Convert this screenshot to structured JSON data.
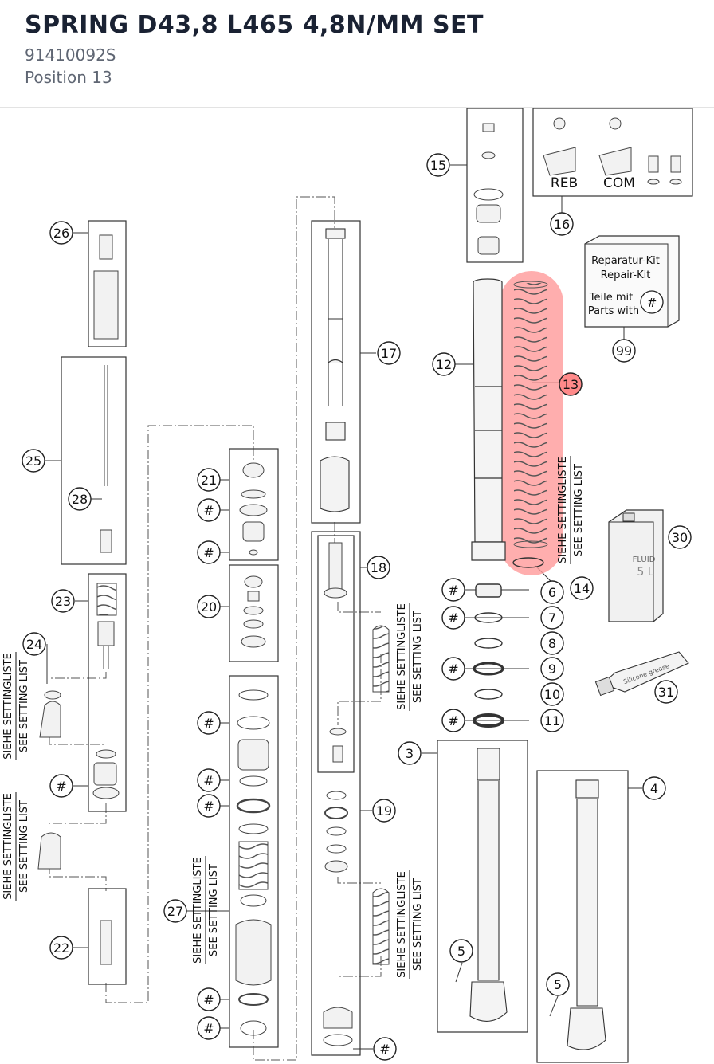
{
  "header": {
    "title": "SPRING D43,8 L465 4,8N/MM SET",
    "part_number": "91410092S",
    "position": "Position 13"
  },
  "diagram": {
    "highlight_color": "#ff8a8a",
    "highlighted_callout": "13",
    "callouts": [
      "3",
      "4",
      "5",
      "5",
      "6",
      "7",
      "8",
      "9",
      "10",
      "11",
      "12",
      "13",
      "14",
      "15",
      "16",
      "17",
      "18",
      "19",
      "20",
      "21",
      "22",
      "23",
      "24",
      "25",
      "26",
      "27",
      "28",
      "30",
      "31",
      "99"
    ],
    "hash_label": "#",
    "setting_list": {
      "de": "SIEHE SETTINGLISTE",
      "en": "SEE SETTING LIST"
    },
    "tags": {
      "reb": "REB",
      "com": "COM"
    },
    "repair_kit": {
      "line1": "Reparatur-Kit",
      "line2": "Repair-Kit",
      "line3": "Teile mit",
      "line4": "Parts with"
    },
    "fluid_can": {
      "brand": "FLUID",
      "volume": "5 L"
    },
    "grease_tube": {
      "label": "Silicone grease"
    }
  }
}
